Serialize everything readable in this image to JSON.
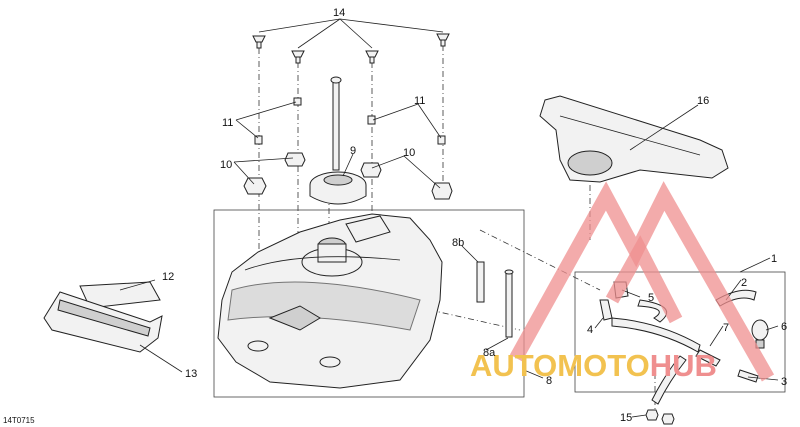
{
  "diagram_id": "14T0715",
  "callouts": {
    "c1": "1",
    "c2": "2",
    "c3": "3",
    "c4": "4",
    "c5": "5",
    "c6": "6",
    "c7": "7",
    "c8": "8",
    "c8a": "8a",
    "c8b": "8b",
    "c9": "9",
    "c10a": "10",
    "c10b": "10",
    "c11a": "11",
    "c11b": "11",
    "c12": "12",
    "c13": "13",
    "c14": "14",
    "c15": "15",
    "c16": "16"
  },
  "watermark": {
    "part1": "AUTOMOTO",
    "part2": "HUB",
    "color1": "#f2c250",
    "color2": "#ef8f8f"
  }
}
